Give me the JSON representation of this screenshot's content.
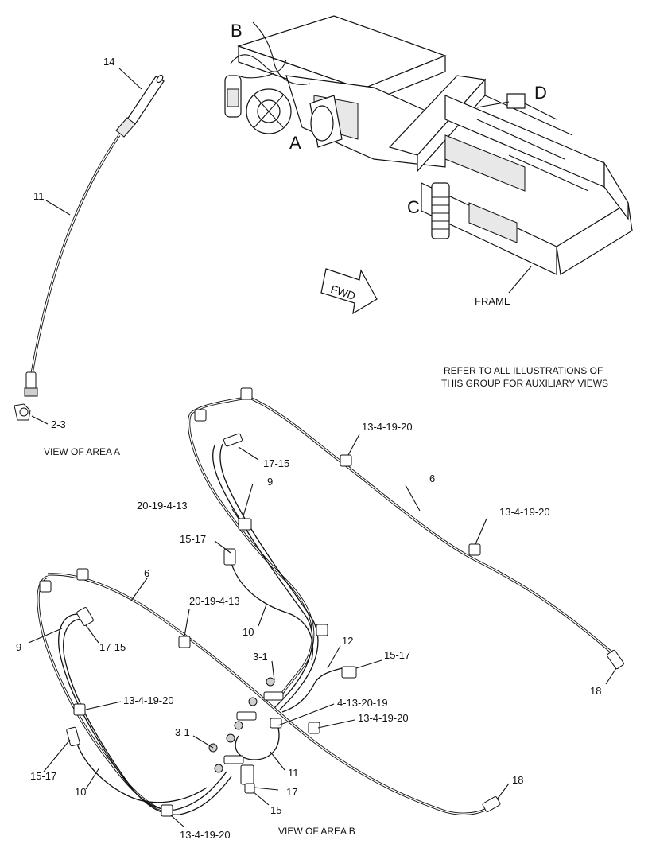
{
  "callouts": {
    "area_a": "A",
    "area_b": "B",
    "area_c": "C",
    "area_d": "D"
  },
  "labels": {
    "frame": "FRAME",
    "fwd": "FWD",
    "refer_line1": "REFER TO ALL ILLUSTRATIONS OF",
    "refer_line2": "THIS GROUP FOR AUXILIARY VIEWS",
    "view_area_a": "VIEW OF AREA A",
    "view_area_b": "VIEW OF AREA B"
  },
  "parts": {
    "p14": "14",
    "p11_a": "11",
    "p2_3": "2-3",
    "p13_4_19_20_a": "13-4-19-20",
    "p17_15_a": "17-15",
    "p9_a": "9",
    "p6_a": "6",
    "p20_19_4_13_a": "20-19-4-13",
    "p13_4_19_20_b": "13-4-19-20",
    "p15_17_a": "15-17",
    "p6_b": "6",
    "p20_19_4_13_b": "20-19-4-13",
    "p10_a": "10",
    "p12": "12",
    "p15_17_b": "15-17",
    "p9_b": "9",
    "p17_15_b": "17-15",
    "p3_1_a": "3-1",
    "p18_a": "18",
    "p13_4_19_20_c": "13-4-19-20",
    "p4_13_20_19": "4-13-20-19",
    "p13_4_19_20_d": "13-4-19-20",
    "p3_1_b": "3-1",
    "p15_17_c": "15-17",
    "p11_b": "11",
    "p10_b": "10",
    "p17": "17",
    "p15": "15",
    "p18_b": "18",
    "p13_4_19_20_e": "13-4-19-20"
  }
}
